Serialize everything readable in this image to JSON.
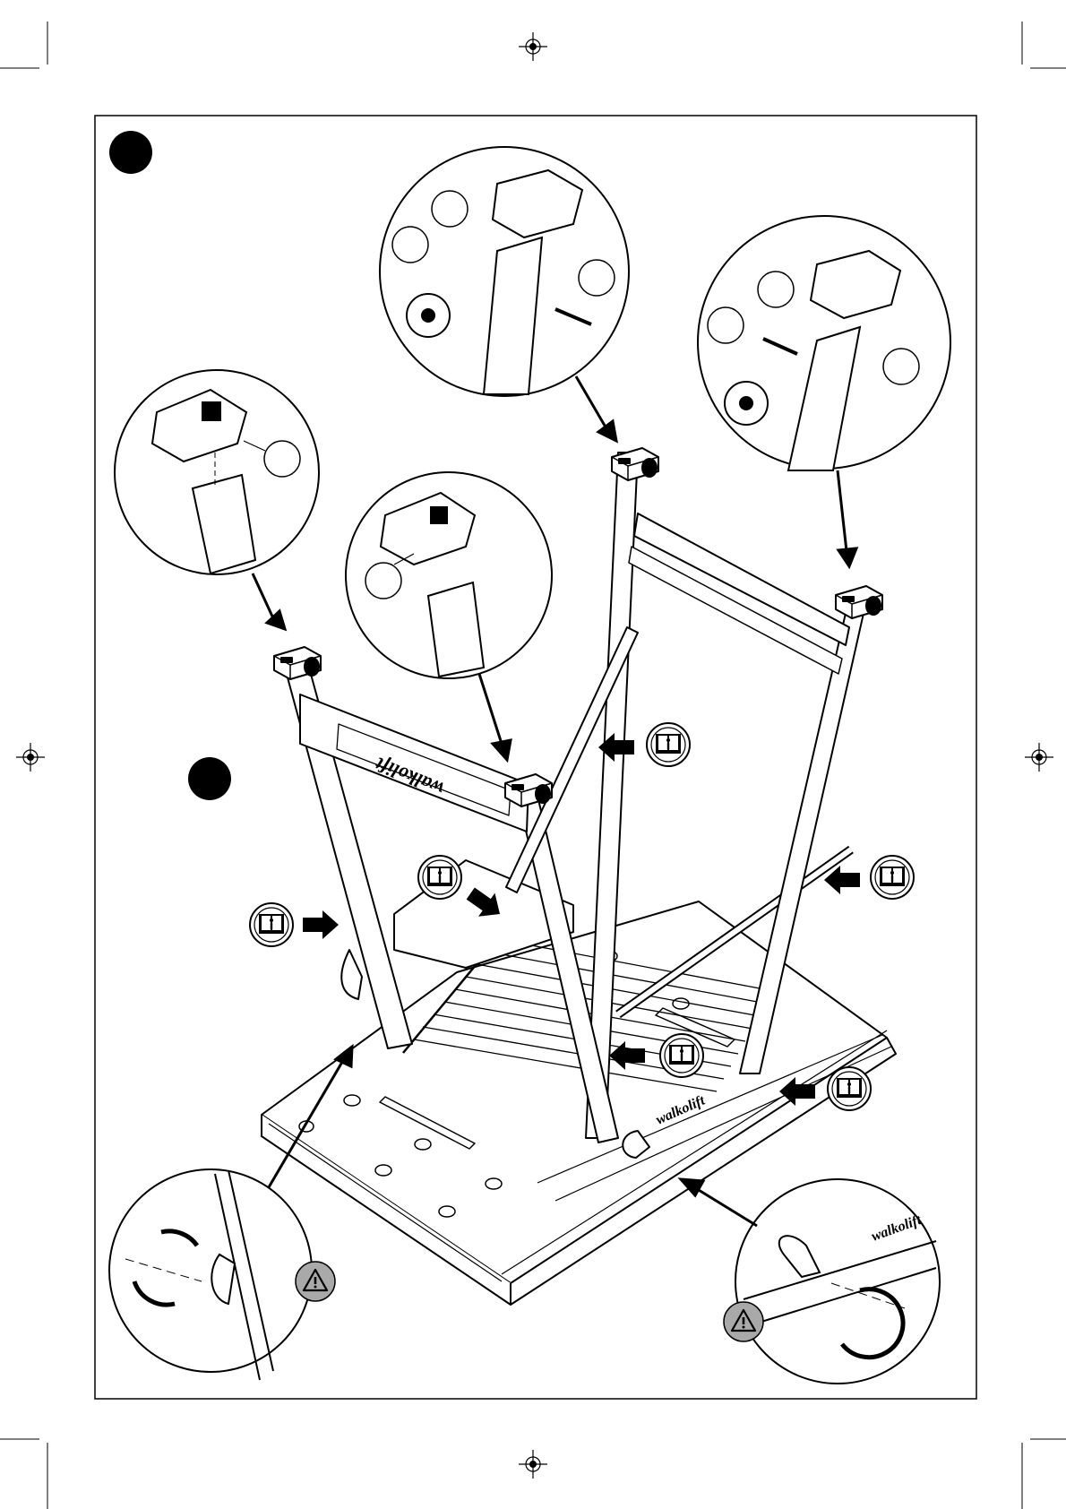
{
  "sheet": {
    "background": "#ffffff",
    "ink": "#1a1a1a",
    "line": "#222222"
  },
  "brand_marks": {
    "label": "walkolift"
  },
  "icons": {
    "step_marker": "filled-black-circle",
    "info": "open-book-info-icon",
    "warning": "warning-triangle-icon",
    "direction": "black-arrow-icon",
    "rotate": "rotate-arrows-icon",
    "registration": "crosshair-registration-mark"
  },
  "colors": {
    "warning_fill": "#a9a9a9",
    "info_fill": "#ffffff",
    "marker_fill": "#000000"
  }
}
